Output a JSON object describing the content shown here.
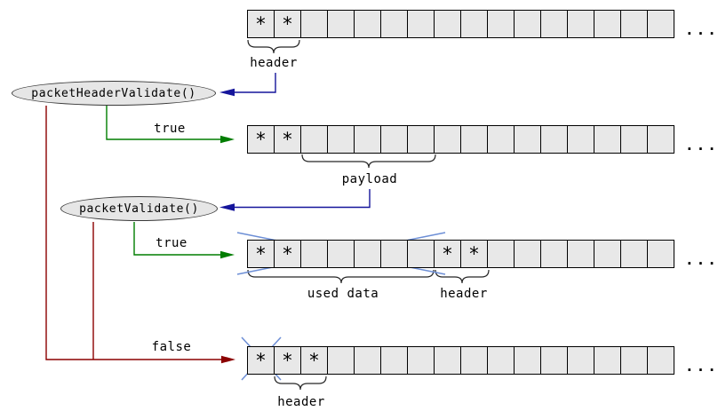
{
  "diagram": {
    "marker": "*",
    "continuation": "...",
    "functions": [
      {
        "label": "packetHeaderValidate()"
      },
      {
        "label": "packetValidate()"
      }
    ],
    "rows": [
      {
        "name": "packet-row-1",
        "cells": 16,
        "starred": [
          0,
          1
        ],
        "crossed_cells": [],
        "braces": [
          {
            "from_cell": 0,
            "to_cell": 1,
            "label": "header"
          }
        ]
      },
      {
        "name": "packet-row-2",
        "cells": 16,
        "starred": [
          0,
          1
        ],
        "crossed_cells": [],
        "braces": [
          {
            "from_cell": 2,
            "to_cell": 6,
            "label": "payload"
          }
        ]
      },
      {
        "name": "packet-row-3",
        "cells": 16,
        "starred": [
          0,
          1,
          7,
          8
        ],
        "crossed_cells": [
          0,
          1,
          2,
          3,
          4,
          5,
          6
        ],
        "braces": [
          {
            "from_cell": 0,
            "to_cell": 6,
            "label": "used data"
          },
          {
            "from_cell": 7,
            "to_cell": 8,
            "label": "header"
          }
        ]
      },
      {
        "name": "packet-row-4",
        "cells": 16,
        "starred": [
          0,
          1,
          2
        ],
        "crossed_cells": [
          0
        ],
        "braces": [
          {
            "from_cell": 1,
            "to_cell": 2,
            "label": "header"
          }
        ]
      }
    ],
    "edges": [
      {
        "id": "header-to-packetHeaderValidate",
        "label": "",
        "color": "navy"
      },
      {
        "id": "packetHeaderValidate-true",
        "label": "true",
        "color": "green"
      },
      {
        "id": "payload-to-packetValidate",
        "label": "",
        "color": "navy"
      },
      {
        "id": "packetValidate-true",
        "label": "true",
        "color": "green"
      },
      {
        "id": "validate-false",
        "label": "false",
        "color": "dark_red"
      }
    ]
  },
  "colors": {
    "background": "#ffffff",
    "text": "#000000",
    "cell_fill": "#e8e8e8",
    "cell_border": "#000000",
    "node_fill": "#e6e6e6",
    "node_border": "#3a3a3a",
    "navy": "#15159b",
    "green": "#007d00",
    "dark_red": "#8b0000",
    "cross_blue": "#6d8fd6"
  }
}
